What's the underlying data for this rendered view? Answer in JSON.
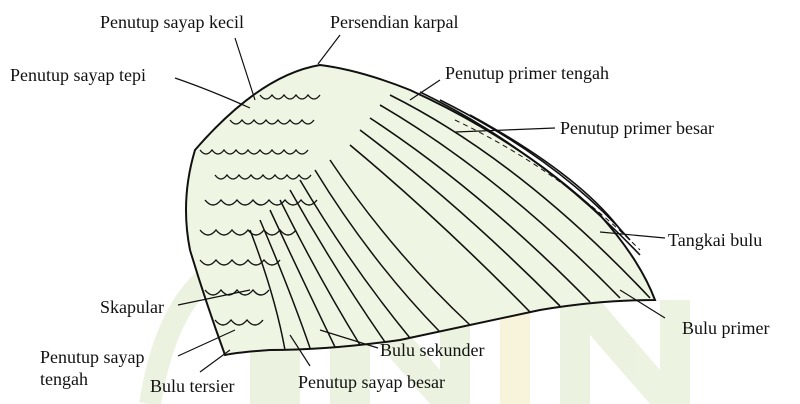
{
  "diagram": {
    "labels": {
      "penutup_sayap_kecil": "Penutup sayap kecil",
      "persendian_karpal": "Persendian karpal",
      "penutup_sayap_tepi": "Penutup sayap tepi",
      "penutup_primer_tengah": "Penutup primer tengah",
      "penutup_primer_besar": "Penutup primer besar",
      "tangkai_bulu": "Tangkai bulu",
      "bulu_primer": "Bulu primer",
      "skapular": "Skapular",
      "penutup_sayap_tengah_line1": "Penutup sayap",
      "penutup_sayap_tengah_line2": "tengah",
      "bulu_tersier": "Bulu tersier",
      "bulu_sekunder": "Bulu sekunder",
      "penutup_sayap_besar": "Penutup sayap besar"
    },
    "colors": {
      "ink": "#111111",
      "feather_fill": "#eef5e2",
      "watermark_green": "#dcebc8",
      "watermark_yellow": "#f3ecc0"
    }
  }
}
